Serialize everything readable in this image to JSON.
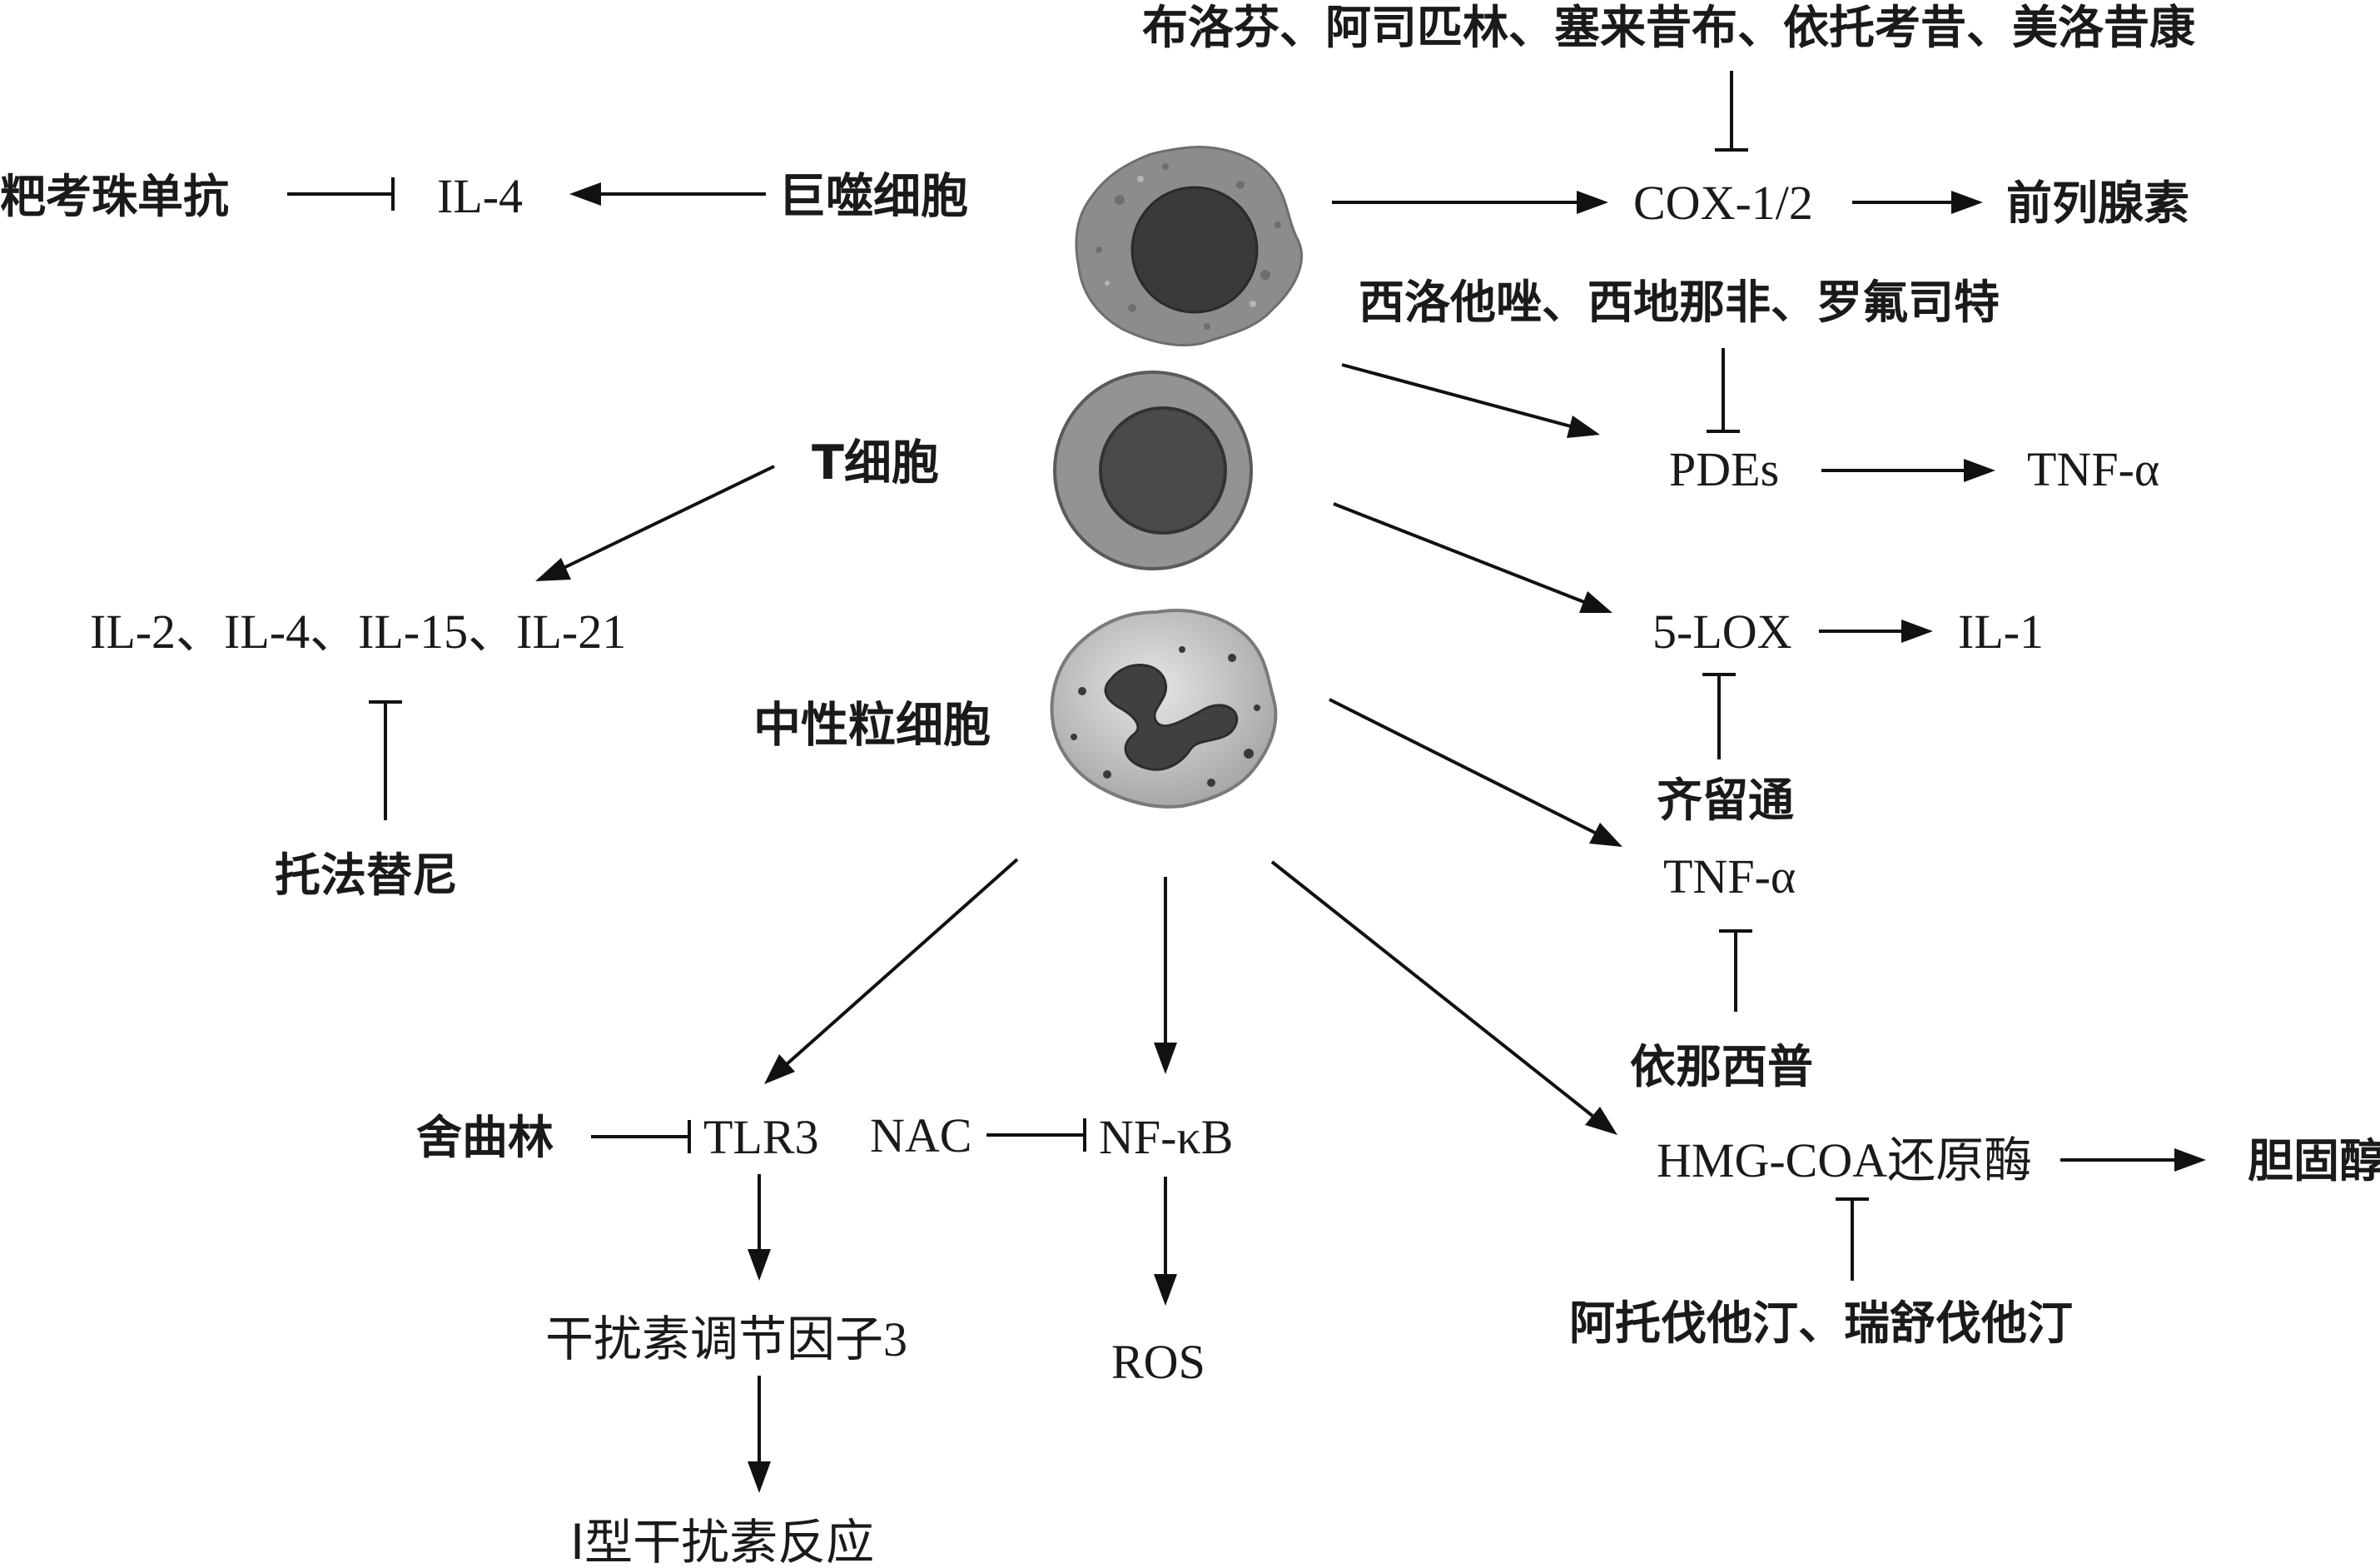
{
  "cells": {
    "macrophage": "巨噬细胞",
    "t_cell": "T细胞",
    "neutrophil": "中性粒细胞"
  },
  "drugs": {
    "dupilumab": "粑考珠单抗",
    "nsaids": "布洛芬、阿司匹林、塞来昔布、依托考昔、美洛昔康",
    "pde_inhibitors": "西洛他唑、西地那非、罗氟司特",
    "tofacitinib": "托法替尼",
    "zileuton": "齐留通",
    "etanercept": "依那西普",
    "sertraline": "舍曲林",
    "statins": "阿托伐他汀、瑞舒伐他汀"
  },
  "molecules": {
    "il4": "IL-4",
    "cox": "COX-1/2",
    "prostaglandin": "前列腺素",
    "pdes": "PDEs",
    "tnf_top": "TNF-α",
    "interleukins": "IL-2、IL-4、IL-15、IL-21",
    "lox": "5-LOX",
    "il1": "IL-1",
    "tnf_mid": "TNF-α",
    "tlr3": "TLR3",
    "nac": "NAC",
    "nfkb": "NF-κB",
    "irf3": "干扰素调节因子3",
    "ros": "ROS",
    "type1_ifn": "Ⅰ型干扰素反应",
    "hmgcoa": "HMG-COA还原酶",
    "cholesterol": "胆固醇"
  },
  "colors": {
    "macrophage_body": "#8c8c8c",
    "macrophage_nucleus": "#3a3a3a",
    "tcell_outer": "#939393",
    "tcell_inner": "#4a4a4a",
    "neutrophil_body": "#cfcfcf",
    "neutrophil_nucleus": "#404040",
    "line": "#111111"
  }
}
